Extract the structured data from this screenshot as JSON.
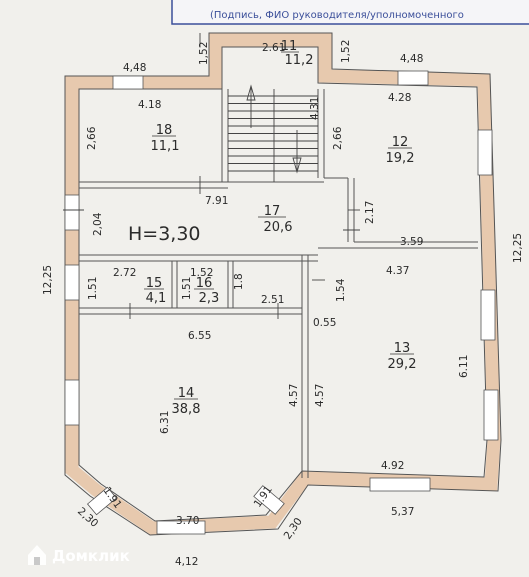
{
  "stamp": {
    "text": "(Подпись, ФИО руководителя/уполномоченного"
  },
  "height_label": "H=3,30",
  "watermark": "Домклик",
  "rooms": [
    {
      "number": "11",
      "area": "11,2"
    },
    {
      "number": "12",
      "area": "19,2"
    },
    {
      "number": "13",
      "area": "29,2"
    },
    {
      "number": "14",
      "area": "38,8"
    },
    {
      "number": "15",
      "area": "4,1"
    },
    {
      "number": "16",
      "area": "2,3"
    },
    {
      "number": "17",
      "area": "20,6"
    },
    {
      "number": "18",
      "area": "11,1"
    }
  ],
  "dimensions": {
    "d_152_left": "1,52",
    "d_152_right": "1,52",
    "d_261": "2.61",
    "d_448_left": "4,48",
    "d_448_right": "4,48",
    "d_418": "4.18",
    "d_428": "4.28",
    "d_266_left": "2,66",
    "d_266_right": "2,66",
    "d_431": "4.31",
    "d_791": "7.91",
    "d_204": "2,04",
    "d_217": "2.17",
    "d_359": "3.59",
    "d_437": "4.37",
    "d_1225_left": "12,25",
    "d_1225_right": "12,25",
    "d_272": "2.72",
    "d_152_small": "1.52",
    "d_18": "1.8",
    "d_151_a": "1.51",
    "d_151_b": "1.51",
    "d_154": "1.54",
    "d_251": "2.51",
    "d_055": "0.55",
    "d_655": "6.55",
    "d_631": "6.31",
    "d_457_a": "4.57",
    "d_457_b": "4.57",
    "d_611": "6.11",
    "d_492": "4.92",
    "d_537": "5,37",
    "d_191_a": "1.91",
    "d_191_b": "1.91",
    "d_230_a": "2,30",
    "d_230_b": "2,30",
    "d_370": "3.70",
    "d_412": "4,12"
  },
  "colors": {
    "wall": "#e7c9ae",
    "line": "#555555",
    "stamp": "#3b4f9a"
  }
}
